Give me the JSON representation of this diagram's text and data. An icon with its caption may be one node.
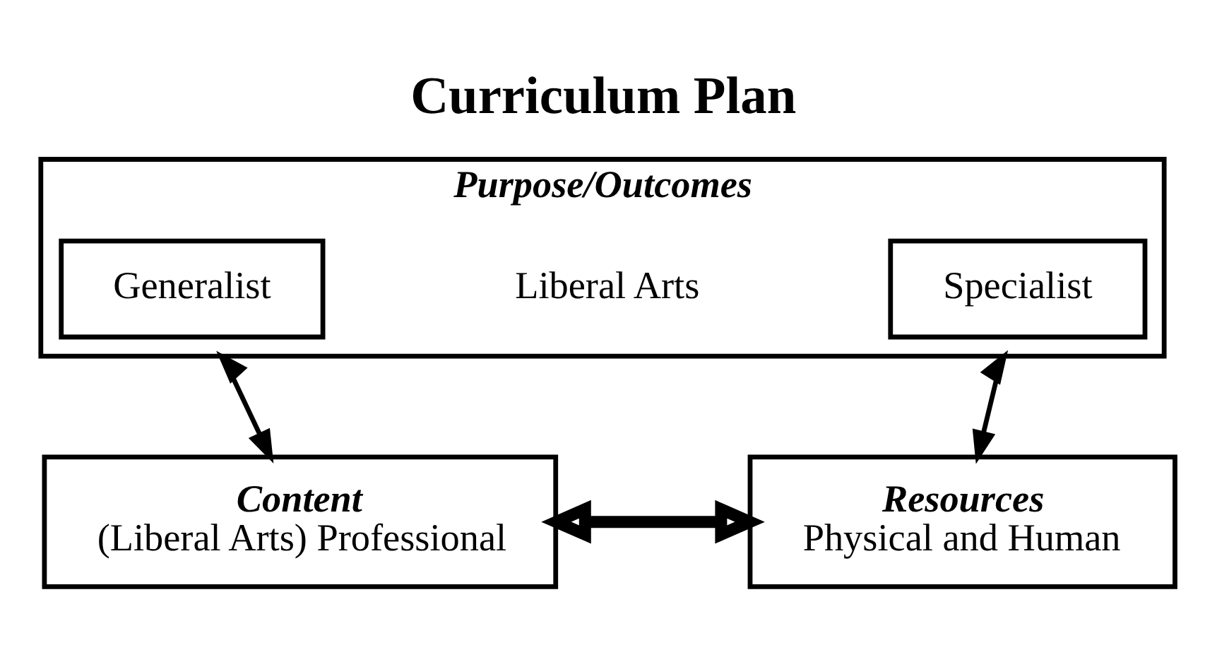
{
  "diagram": {
    "title": "Curriculum Plan",
    "nodes": [
      {
        "text": [
          "Purpose/Outcomes",
          "Liberal Arts"
        ]
      },
      {
        "text": [
          "Generalist"
        ],
        "in": 0
      },
      {
        "text": [
          "Specialist"
        ],
        "in": 0
      },
      {
        "text": [
          "Content",
          "(Liberal Arts) Professional"
        ]
      },
      {
        "text": [
          "Resources",
          "Physical and Human"
        ]
      }
    ],
    "edges": [
      {
        "from": 0,
        "to": 3,
        "arrow": "both"
      },
      {
        "from": 0,
        "to": 4,
        "arrow": "both"
      },
      {
        "from": 3,
        "to": 4,
        "arrow": "both",
        "style": "thick"
      }
    ]
  }
}
